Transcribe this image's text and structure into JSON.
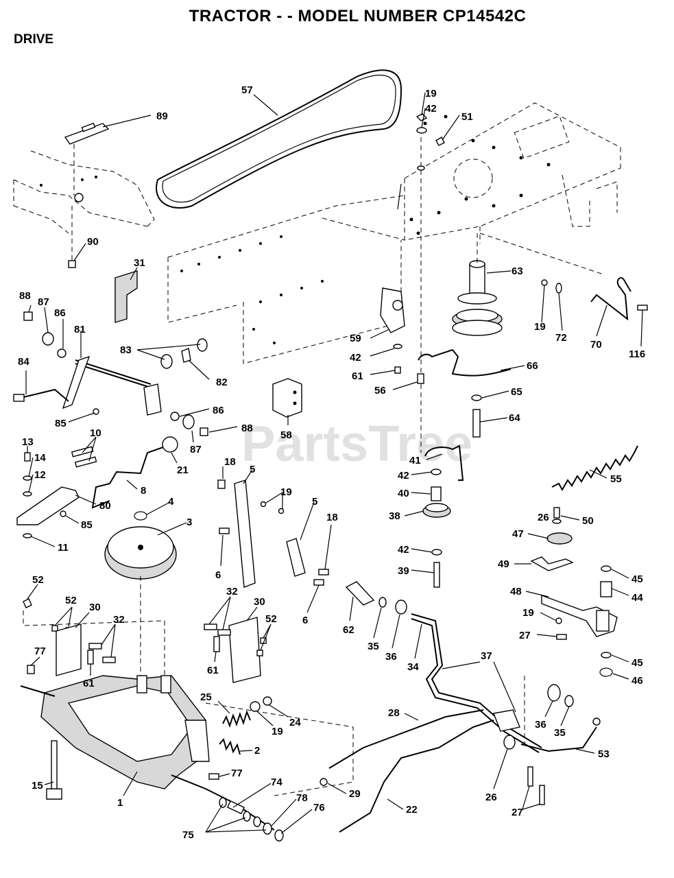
{
  "title": "TRACTOR - - MODEL NUMBER CP14542C",
  "section": "DRIVE",
  "watermark": "PartsTree",
  "callouts": [
    "89",
    "57",
    "19",
    "42",
    "51",
    "90",
    "31",
    "63",
    "88",
    "87",
    "86",
    "81",
    "84",
    "83",
    "82",
    "85",
    "59",
    "42",
    "61",
    "56",
    "66",
    "65",
    "64",
    "58",
    "86",
    "88",
    "87",
    "21",
    "10",
    "13",
    "14",
    "12",
    "8",
    "80",
    "85",
    "11",
    "4",
    "3",
    "18",
    "5",
    "19",
    "5",
    "18",
    "6",
    "6",
    "41",
    "42",
    "40",
    "38",
    "42",
    "39",
    "55",
    "26",
    "50",
    "47",
    "49",
    "45",
    "44",
    "48",
    "19",
    "27",
    "45",
    "46",
    "52",
    "52",
    "30",
    "32",
    "77",
    "61",
    "32",
    "30",
    "52",
    "61",
    "62",
    "35",
    "36",
    "34",
    "37",
    "25",
    "24",
    "19",
    "2",
    "28",
    "36",
    "35",
    "53",
    "15",
    "1",
    "77",
    "74",
    "78",
    "76",
    "75",
    "29",
    "22",
    "26",
    "27",
    "19",
    "72",
    "70",
    "116"
  ]
}
